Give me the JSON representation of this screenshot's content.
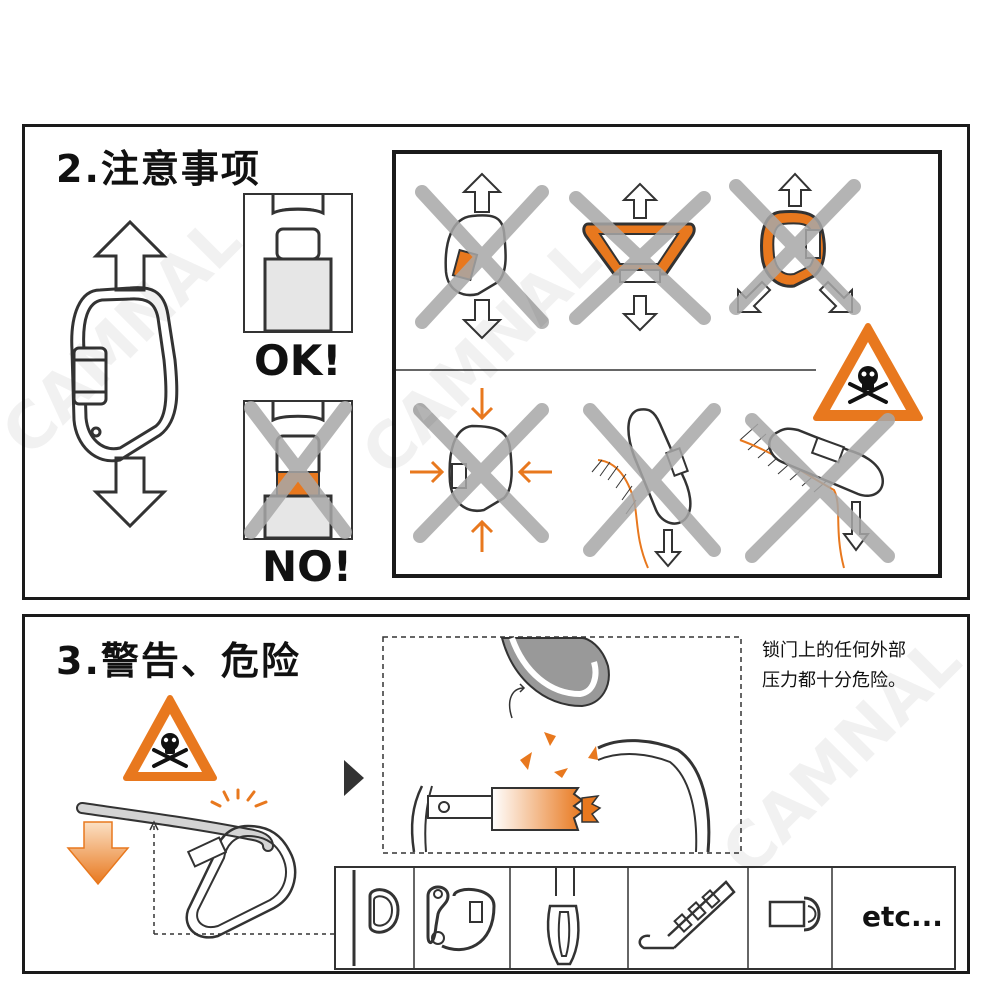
{
  "section2": {
    "heading": "2.注意事项",
    "ok_label": "OK!",
    "no_label": "NO!"
  },
  "section3": {
    "heading": "3.警告、危险",
    "note_line1": "锁门上的任何外部",
    "note_line2": "压力都十分危险。",
    "etc_label": "etc..."
  },
  "watermark": "CAMNAL",
  "colors": {
    "accent": "#e8781e",
    "line": "#333333",
    "cross": "#a8a8a8"
  }
}
